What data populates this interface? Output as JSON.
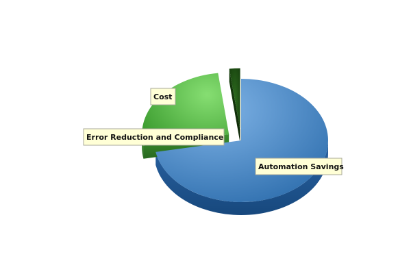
{
  "chart_data": {
    "type": "pie",
    "title": "",
    "categories": [
      "Automation Savings",
      "Cost",
      "Error Reduction and Compliance"
    ],
    "values": [
      72,
      26,
      2
    ],
    "colors": [
      "#3d7fc1",
      "#5cc24f",
      "#1e4f12"
    ],
    "label_style": "boxed-callouts",
    "exploded": [
      "Cost",
      "Error Reduction and Compliance"
    ]
  }
}
